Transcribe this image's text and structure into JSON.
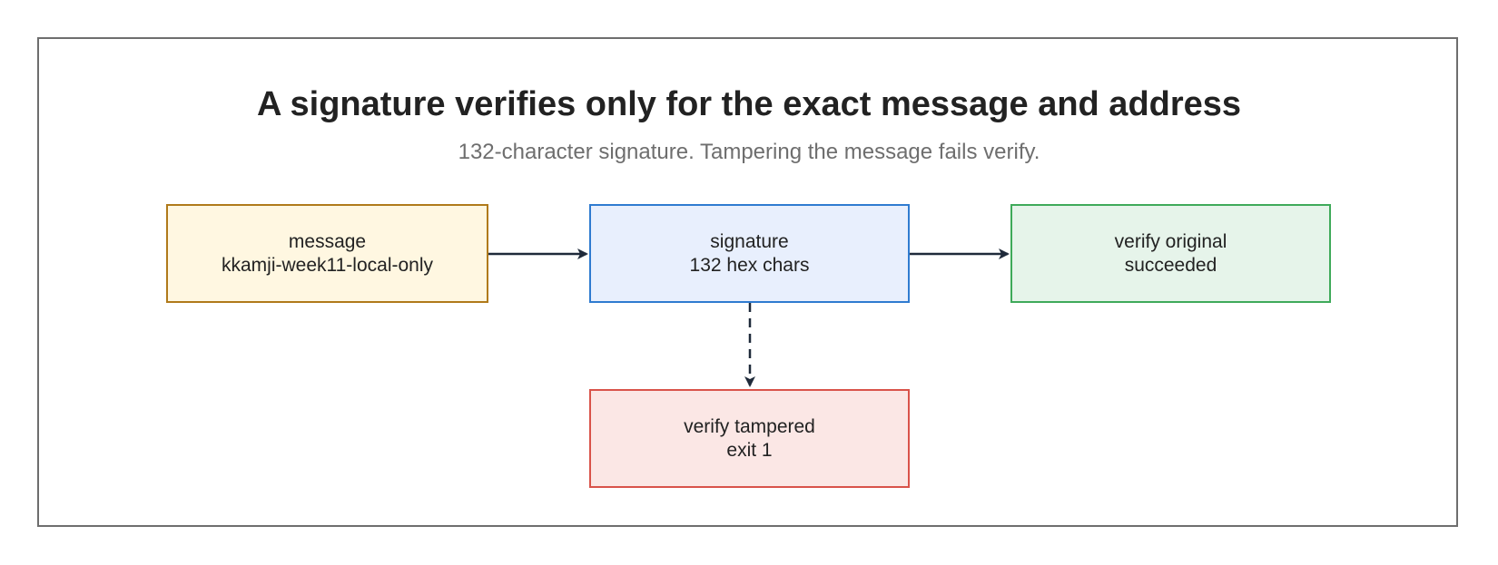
{
  "diagram": {
    "title": "A signature verifies only for the exact message and address",
    "subtitle": "132-character signature. Tampering the message fails verify.",
    "nodes": [
      {
        "id": "message",
        "line1": "message",
        "line2": "kkamji-week11-local-only",
        "fill": "#fff7e1",
        "stroke": "#b07a1a"
      },
      {
        "id": "signature",
        "line1": "signature",
        "line2": "132 hex chars",
        "fill": "#e8effd",
        "stroke": "#2f7bd0"
      },
      {
        "id": "verify_original",
        "line1": "verify original",
        "line2": "succeeded",
        "fill": "#e6f4ea",
        "stroke": "#3faa5a"
      },
      {
        "id": "verify_tampered",
        "line1": "verify tampered",
        "line2": "exit 1",
        "fill": "#fbe7e5",
        "stroke": "#d9534a"
      }
    ],
    "edges": [
      {
        "from": "message",
        "to": "signature",
        "style": "solid"
      },
      {
        "from": "signature",
        "to": "verify_original",
        "style": "solid"
      },
      {
        "from": "signature",
        "to": "verify_tampered",
        "style": "dashed"
      }
    ],
    "colors": {
      "frame": "#6e6e6e",
      "arrow": "#1f2a3a",
      "title": "#222222",
      "subtitle": "#6e6e6e"
    }
  }
}
